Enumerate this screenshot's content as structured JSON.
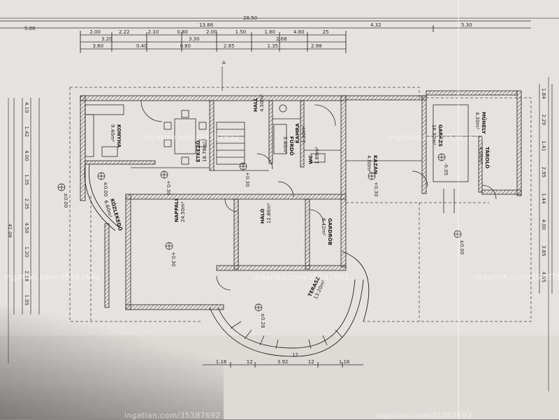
{
  "sheet": {
    "paper_color": "#e6e5e1",
    "ink_color": "#2a2a2a"
  },
  "dimensions": {
    "top_total": "28.50",
    "top_left": "5.00",
    "top_main": "13.88",
    "top_right": "4.32",
    "top_right_end": "5.30",
    "top_row2": [
      "2.00",
      "2.22",
      "2.10",
      "0.80",
      "2.00",
      "1.50",
      "1.80",
      "4.80",
      "25"
    ],
    "top_row3": [
      "3.20",
      "3.30",
      "2.68"
    ],
    "top_row4": [
      "3.60",
      "0.40",
      "0.80",
      "2.85",
      "1.35",
      "2.98"
    ],
    "bottom_row": [
      "1.16",
      "12",
      "3.92",
      "12",
      "1.16"
    ],
    "left_total": "41.06",
    "left_col": [
      "4.10",
      "1.42",
      "4.00",
      "1.35",
      "2.35",
      "4.50",
      "1.20",
      "2.18",
      "1.05"
    ],
    "right_col": [
      "1.84",
      "2.29",
      "1.41",
      "2.95",
      "1.44",
      "4.00",
      "3.85",
      "4.65"
    ]
  },
  "rooms": {
    "konyha": {
      "name": "KONYHA",
      "area": "9.40m²"
    },
    "etkezo": {
      "name": "ÉTKEZŐ",
      "area": "18.78m²"
    },
    "hall_top": {
      "name": "HALL",
      "area": "4.50m²"
    },
    "furdo": {
      "name": "FÜRDŐ",
      "area": "3.40m²"
    },
    "kamra": {
      "name": "KAMRA",
      "area": "1.30m²"
    },
    "wc": {
      "name": "WC",
      "area": "1.89m²"
    },
    "kazan": {
      "name": "KAZÁN",
      "area": "4.60m²"
    },
    "muhely": {
      "name": "MŰHELY",
      "area": "4.30m²"
    },
    "garazs": {
      "name": "GARÁZS",
      "area": "16.30m²"
    },
    "tarolo": {
      "name": "TÁROLÓ",
      "area": "4.00m²"
    },
    "nappali": {
      "name": "NAPPALI",
      "area": "24.50m²"
    },
    "hall_mid": {
      "name": "HÁLÓ",
      "area": "12.86m²"
    },
    "gardrob": {
      "name": "GARDRÓB",
      "area": "6.42m²"
    },
    "kozlekedo": {
      "name": "KÖZLEKEDŐ",
      "area": "6.60m²"
    },
    "terasz": {
      "name": "TERASZ",
      "area": "13.20m²"
    }
  },
  "markers": {
    "level_main": "±0.00",
    "level_plus": "+0.30",
    "level_minus": "-0.05",
    "level_terrace": "±0.28",
    "axis_a": "A",
    "section": "12"
  },
  "watermark": {
    "text": "ingatlan.com/35387692"
  }
}
